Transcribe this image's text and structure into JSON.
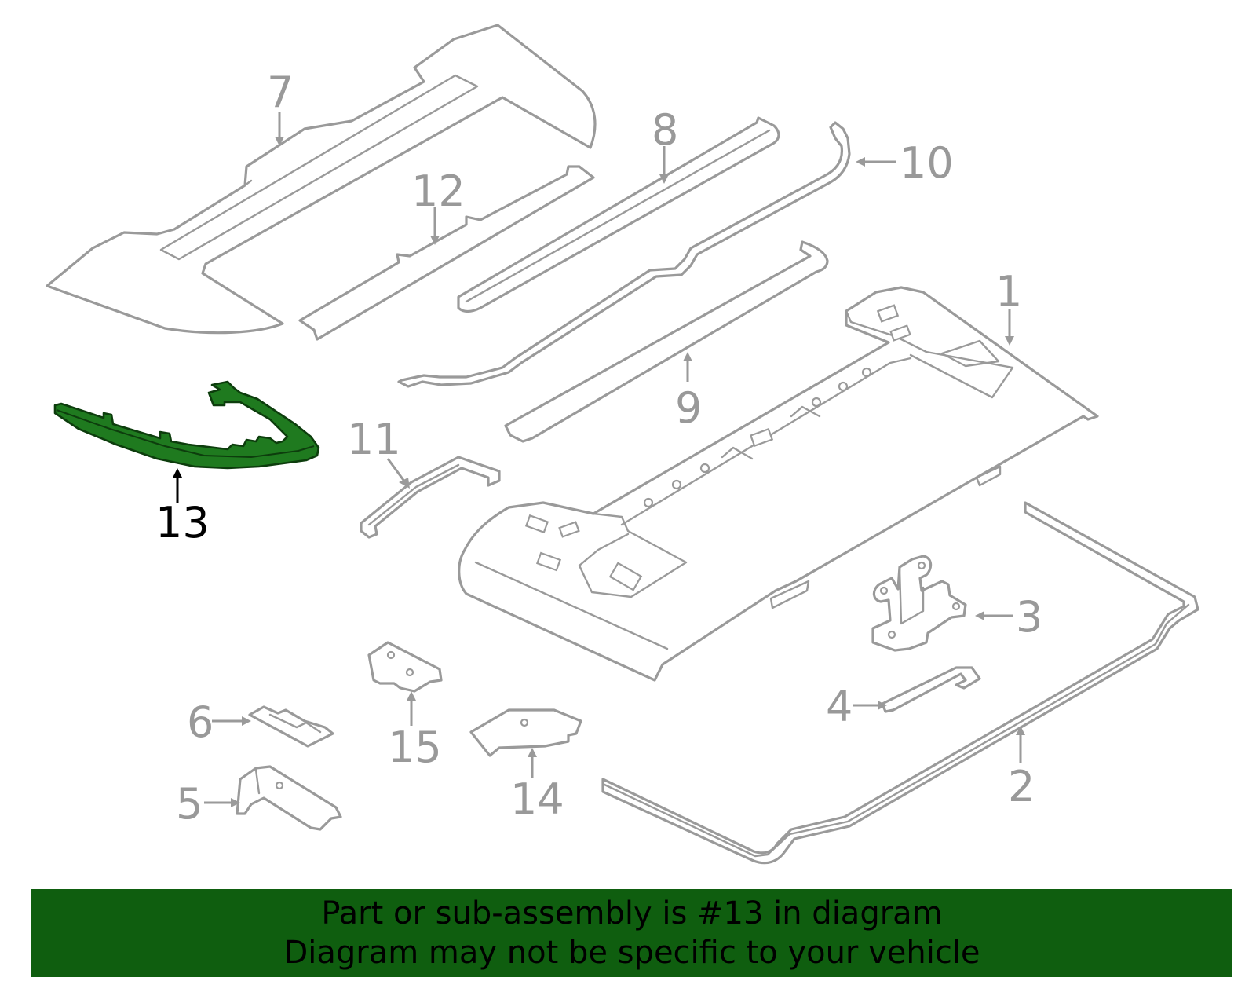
{
  "diagram": {
    "callouts": [
      {
        "id": "1",
        "label": "1"
      },
      {
        "id": "2",
        "label": "2"
      },
      {
        "id": "3",
        "label": "3"
      },
      {
        "id": "4",
        "label": "4"
      },
      {
        "id": "5",
        "label": "5"
      },
      {
        "id": "6",
        "label": "6"
      },
      {
        "id": "7",
        "label": "7"
      },
      {
        "id": "8",
        "label": "8"
      },
      {
        "id": "9",
        "label": "9"
      },
      {
        "id": "10",
        "label": "10"
      },
      {
        "id": "11",
        "label": "11"
      },
      {
        "id": "12",
        "label": "12"
      },
      {
        "id": "13",
        "label": "13"
      },
      {
        "id": "14",
        "label": "14"
      },
      {
        "id": "15",
        "label": "15"
      }
    ],
    "highlighted_part": "13",
    "colors": {
      "highlight_fill": "#1f7a1f",
      "part_stroke": "#9a9a9a",
      "callout_gray": "#999999",
      "callout_active": "#000000",
      "banner_bg": "#0f5e0f"
    }
  },
  "banner": {
    "line1": "Part or sub-assembly is #13 in diagram",
    "line2": "Diagram may not be specific to your vehicle"
  }
}
